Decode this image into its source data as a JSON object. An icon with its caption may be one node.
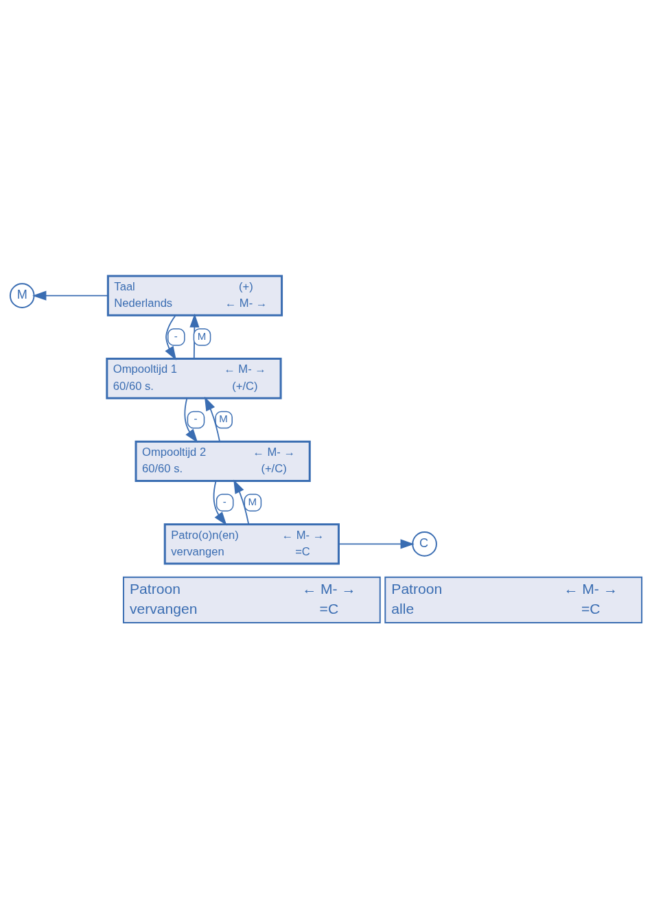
{
  "diagram": {
    "nodes": [
      {
        "text": [
          "M"
        ]
      },
      {
        "text": [
          "Taal",
          "(+)",
          "Nederlands",
          "← M- →"
        ]
      },
      {
        "text": [
          "Ompooltijd 1",
          "← M- →",
          "60/60 s.",
          "(+/C)"
        ]
      },
      {
        "text": [
          "Ompooltijd 2",
          "← M- →",
          "60/60 s.",
          "(+/C)"
        ]
      },
      {
        "text": [
          "C"
        ]
      },
      {
        "text": [
          "Patro(o)n(en)",
          "← M- →",
          "vervangen",
          "=C"
        ]
      },
      {
        "text": [
          "Patroon",
          "← M- →",
          "vervangen",
          "=C"
        ]
      },
      {
        "text": [
          "Patroon",
          "← M- →",
          "alle",
          "=C"
        ]
      }
    ],
    "edges": [
      {
        "from": 1,
        "to": 0,
        "arrow": "to"
      },
      {
        "from": 2,
        "to": 1,
        "arrow": "to",
        "label": "M"
      },
      {
        "from": 1,
        "to": 2,
        "arrow": "to",
        "label": "-"
      },
      {
        "from": 3,
        "to": 2,
        "arrow": "to",
        "label": "M"
      },
      {
        "from": 2,
        "to": 3,
        "arrow": "to",
        "label": "-"
      },
      {
        "from": 5,
        "to": 3,
        "arrow": "to",
        "label": "M"
      },
      {
        "from": 3,
        "to": 5,
        "arrow": "to",
        "label": "-"
      },
      {
        "from": 5,
        "to": 4,
        "arrow": "to"
      }
    ]
  }
}
